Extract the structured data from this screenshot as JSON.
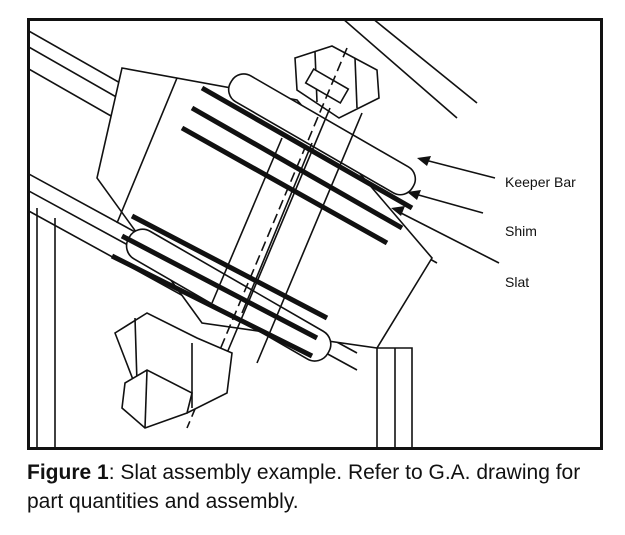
{
  "figure": {
    "labels": {
      "keeper_bar": "Keeper Bar",
      "shim": "Shim",
      "slat": "Slat"
    }
  },
  "caption": {
    "prefix": "Figure 1",
    "text": ": Slat assembly example. Refer to G.A. drawing for part quantities and assembly."
  }
}
